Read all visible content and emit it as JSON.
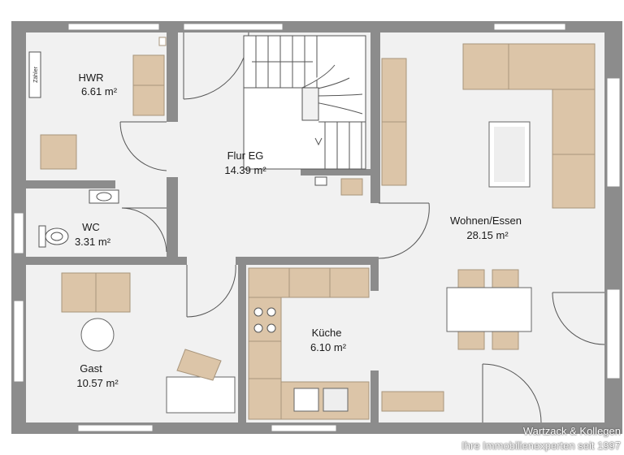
{
  "rooms": {
    "hwr": {
      "name": "HWR",
      "area": "6.61 m²"
    },
    "flur": {
      "name": "Flur EG",
      "area": "14.39 m²"
    },
    "wc": {
      "name": "WC",
      "area": "3.31 m²"
    },
    "wohnen": {
      "name": "Wohnen/Essen",
      "area": "28.15 m²"
    },
    "gast": {
      "name": "Gast",
      "area": "10.57 m²"
    },
    "kueche": {
      "name": "Küche",
      "area": "6.10 m²"
    }
  },
  "meter_label": "Zähler",
  "watermark": {
    "line1": "Wartzack & Kollegen",
    "line2": "Ihre Immobilienexperten seit 1997"
  },
  "colors": {
    "wall": "#8c8c8c",
    "floor": "#f1f1f1",
    "furniture": "#dcc5a8",
    "furniture_edge": "#a8957c",
    "window": "#ffffff"
  }
}
